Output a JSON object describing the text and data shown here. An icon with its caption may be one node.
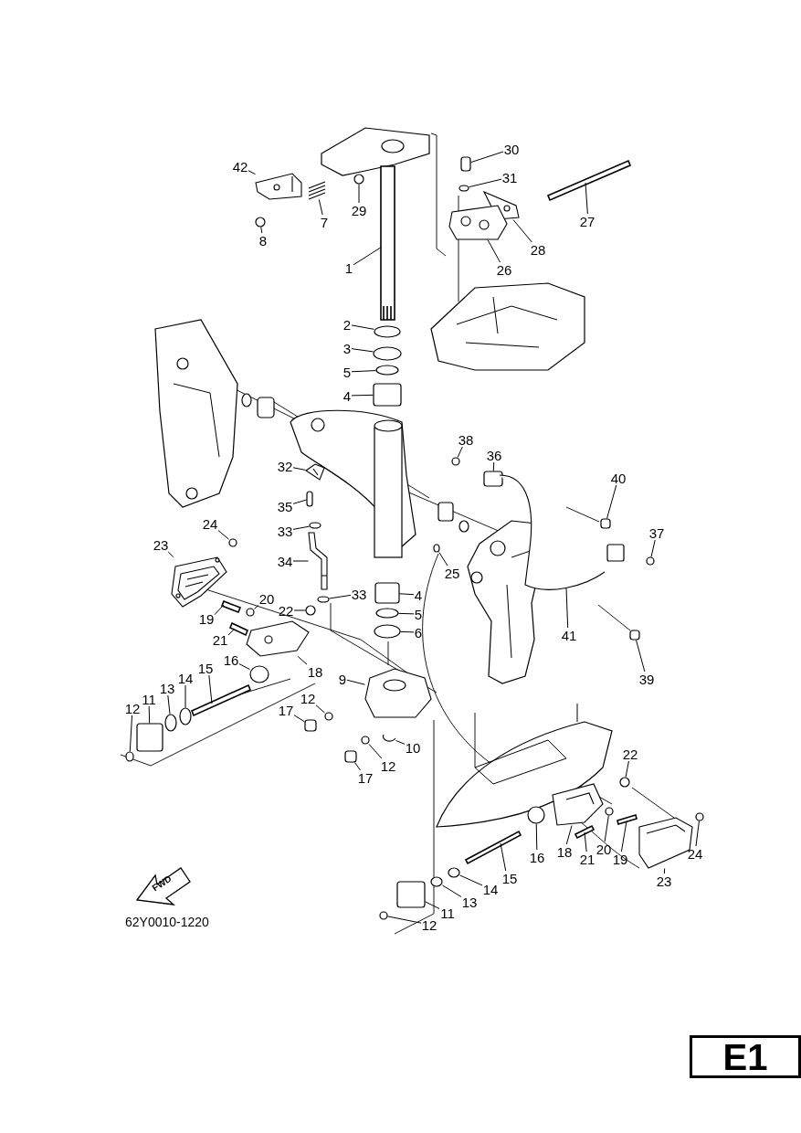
{
  "diagram": {
    "nodes": [
      {
        "text": [
          "30"
        ]
      },
      {
        "text": [
          "42"
        ]
      },
      {
        "text": [
          "31"
        ]
      },
      {
        "text": [
          "29"
        ]
      },
      {
        "text": [
          "27"
        ]
      },
      {
        "text": [
          "7"
        ]
      },
      {
        "text": [
          "8"
        ]
      },
      {
        "text": [
          "28"
        ]
      },
      {
        "text": [
          "1"
        ]
      },
      {
        "text": [
          "26"
        ]
      },
      {
        "text": [
          "2"
        ]
      },
      {
        "text": [
          "3"
        ]
      },
      {
        "text": [
          "5"
        ]
      },
      {
        "text": [
          "4"
        ]
      },
      {
        "text": [
          "38"
        ]
      },
      {
        "text": [
          "36"
        ]
      },
      {
        "text": [
          "32"
        ]
      },
      {
        "text": [
          "40"
        ]
      },
      {
        "text": [
          "35"
        ]
      },
      {
        "text": [
          "24"
        ]
      },
      {
        "text": [
          "33"
        ]
      },
      {
        "text": [
          "37"
        ]
      },
      {
        "text": [
          "23"
        ]
      },
      {
        "text": [
          "34"
        ]
      },
      {
        "text": [
          "25"
        ]
      },
      {
        "text": [
          "4"
        ]
      },
      {
        "text": [
          "33"
        ]
      },
      {
        "text": [
          "20"
        ]
      },
      {
        "text": [
          "22"
        ]
      },
      {
        "text": [
          "5"
        ]
      },
      {
        "text": [
          "19"
        ]
      },
      {
        "text": [
          "6"
        ]
      },
      {
        "text": [
          "41"
        ]
      },
      {
        "text": [
          "21"
        ]
      },
      {
        "text": [
          "16"
        ]
      },
      {
        "text": [
          "18"
        ]
      },
      {
        "text": [
          "15"
        ]
      },
      {
        "text": [
          "14"
        ]
      },
      {
        "text": [
          "9"
        ]
      },
      {
        "text": [
          "39"
        ]
      },
      {
        "text": [
          "13"
        ]
      },
      {
        "text": [
          "12"
        ]
      },
      {
        "text": [
          "11"
        ]
      },
      {
        "text": [
          "12"
        ]
      },
      {
        "text": [
          "17"
        ]
      },
      {
        "text": [
          "10"
        ]
      },
      {
        "text": [
          "22"
        ]
      },
      {
        "text": [
          "12"
        ]
      },
      {
        "text": [
          "17"
        ]
      },
      {
        "text": [
          "20"
        ]
      },
      {
        "text": [
          "18"
        ]
      },
      {
        "text": [
          "24"
        ]
      },
      {
        "text": [
          "16"
        ]
      },
      {
        "text": [
          "21"
        ]
      },
      {
        "text": [
          "19"
        ]
      },
      {
        "text": [
          "23"
        ]
      },
      {
        "text": [
          "15"
        ]
      },
      {
        "text": [
          "14"
        ]
      },
      {
        "text": [
          "13"
        ]
      },
      {
        "text": [
          "11"
        ]
      },
      {
        "text": [
          "12"
        ]
      },
      {
        "text": [
          "E1"
        ]
      },
      {
        "text": [],
        "shape": "box"
      },
      {
        "text": [],
        "shape": "picture"
      },
      {
        "text": [],
        "shape": "circle"
      },
      {
        "text": [],
        "shape": "circle"
      },
      {
        "text": [],
        "shape": "bar"
      },
      {
        "text": [],
        "shape": "picture"
      },
      {
        "text": [],
        "shape": "circle"
      },
      {
        "text": [],
        "shape": "picture"
      },
      {
        "text": [],
        "shape": "bar"
      },
      {
        "text": [],
        "shape": "picture"
      },
      {
        "text": [],
        "shape": "circle"
      },
      {
        "text": [],
        "shape": "circle"
      },
      {
        "text": [],
        "shape": "circle"
      },
      {
        "text": [],
        "shape": "box"
      },
      {
        "text": [],
        "shape": "circle"
      },
      {
        "text": [],
        "shape": "box"
      },
      {
        "text": [],
        "shape": "picture"
      },
      {
        "text": [],
        "shape": "box"
      },
      {
        "text": [],
        "shape": "box"
      },
      {
        "text": [],
        "shape": "circle"
      },
      {
        "text": [],
        "shape": "circle"
      },
      {
        "text": [],
        "shape": "circle"
      },
      {
        "text": [],
        "shape": "picture"
      },
      {
        "text": [],
        "shape": "picture"
      },
      {
        "text": [],
        "shape": "circle"
      },
      {
        "text": [],
        "shape": "box"
      },
      {
        "text": [],
        "shape": "circle"
      },
      {
        "text": [],
        "shape": "circle"
      },
      {
        "text": [],
        "shape": "circle"
      },
      {
        "text": [],
        "shape": "circle"
      },
      {
        "text": [],
        "shape": "bar"
      },
      {
        "text": [],
        "shape": "circle"
      },
      {
        "text": [],
        "shape": "picture"
      },
      {
        "text": [],
        "shape": "bar"
      },
      {
        "text": [],
        "shape": "circle"
      },
      {
        "text": [],
        "shape": "picture"
      },
      {
        "text": [],
        "shape": "bar"
      },
      {
        "text": [],
        "shape": "circle"
      },
      {
        "text": [],
        "shape": "picture"
      },
      {
        "text": [],
        "shape": "box"
      },
      {
        "text": [],
        "shape": "circle"
      },
      {
        "text": [],
        "shape": "circle"
      },
      {
        "text": [],
        "shape": "box"
      },
      {
        "text": [],
        "shape": "circle"
      },
      {
        "text": [],
        "shape": "box"
      },
      {
        "text": [],
        "shape": "picture"
      },
      {
        "text": [],
        "shape": "circle"
      },
      {
        "text": [],
        "shape": "circle"
      },
      {
        "text": [],
        "shape": "box"
      },
      {
        "text": [],
        "shape": "circle"
      },
      {
        "text": [],
        "shape": "picture"
      },
      {
        "text": [],
        "shape": "circle"
      },
      {
        "text": [],
        "shape": "circle"
      },
      {
        "text": [],
        "shape": "bar"
      },
      {
        "text": [],
        "shape": "bar"
      },
      {
        "text": [],
        "shape": "picture"
      },
      {
        "text": [],
        "shape": "bar"
      },
      {
        "text": [],
        "shape": "circle"
      },
      {
        "text": [],
        "shape": "circle"
      },
      {
        "text": [],
        "shape": "box"
      },
      {
        "text": [],
        "shape": "circle"
      }
    ],
    "edges": [
      {
        "from": 0,
        "to": 62,
        "arrow": "none"
      },
      {
        "from": 1,
        "to": 63,
        "arrow": "none"
      },
      {
        "from": 2,
        "to": 64,
        "arrow": "none"
      },
      {
        "from": 3,
        "to": 65,
        "arrow": "none"
      },
      {
        "from": 4,
        "to": 66,
        "arrow": "none"
      },
      {
        "from": 5,
        "to": 67,
        "arrow": "none"
      },
      {
        "from": 6,
        "to": 68,
        "arrow": "none"
      },
      {
        "from": 7,
        "to": 69,
        "arrow": "none"
      },
      {
        "from": 8,
        "to": 70,
        "arrow": "none"
      },
      {
        "from": 9,
        "to": 71,
        "arrow": "none"
      },
      {
        "from": 10,
        "to": 72,
        "arrow": "none"
      },
      {
        "from": 11,
        "to": 73,
        "arrow": "none"
      },
      {
        "from": 12,
        "to": 74,
        "arrow": "none"
      },
      {
        "from": 13,
        "to": 75,
        "arrow": "none"
      },
      {
        "from": 14,
        "to": 76,
        "arrow": "none"
      },
      {
        "from": 15,
        "to": 77,
        "arrow": "none"
      },
      {
        "from": 16,
        "to": 78,
        "arrow": "none"
      },
      {
        "from": 17,
        "to": 79,
        "arrow": "none"
      },
      {
        "from": 18,
        "to": 80,
        "arrow": "none"
      },
      {
        "from": 19,
        "to": 81,
        "arrow": "none"
      },
      {
        "from": 20,
        "to": 82,
        "arrow": "none"
      },
      {
        "from": 21,
        "to": 83,
        "arrow": "none"
      },
      {
        "from": 22,
        "to": 84,
        "arrow": "none"
      },
      {
        "from": 23,
        "to": 85,
        "arrow": "none"
      },
      {
        "from": 24,
        "to": 86,
        "arrow": "none"
      },
      {
        "from": 25,
        "to": 87,
        "arrow": "none"
      },
      {
        "from": 26,
        "to": 88,
        "arrow": "none"
      },
      {
        "from": 27,
        "to": 89,
        "arrow": "none"
      },
      {
        "from": 28,
        "to": 90,
        "arrow": "none"
      },
      {
        "from": 29,
        "to": 91,
        "arrow": "none"
      },
      {
        "from": 30,
        "to": 92,
        "arrow": "none"
      },
      {
        "from": 31,
        "to": 93,
        "arrow": "none"
      },
      {
        "from": 32,
        "to": 94,
        "arrow": "none"
      },
      {
        "from": 33,
        "to": 95,
        "arrow": "none"
      },
      {
        "from": 34,
        "to": 96,
        "arrow": "none"
      },
      {
        "from": 35,
        "to": 97,
        "arrow": "none"
      },
      {
        "from": 36,
        "to": 98,
        "arrow": "none"
      },
      {
        "from": 37,
        "to": 99,
        "arrow": "none"
      },
      {
        "from": 38,
        "to": 100,
        "arrow": "none"
      },
      {
        "from": 39,
        "to": 101,
        "arrow": "none"
      },
      {
        "from": 40,
        "to": 102,
        "arrow": "none"
      },
      {
        "from": 41,
        "to": 103,
        "arrow": "none"
      },
      {
        "from": 42,
        "to": 104,
        "arrow": "none"
      },
      {
        "from": 43,
        "to": 105,
        "arrow": "none"
      },
      {
        "from": 44,
        "to": 106,
        "arrow": "none"
      },
      {
        "from": 45,
        "to": 107,
        "arrow": "none"
      },
      {
        "from": 46,
        "to": 108,
        "arrow": "none"
      },
      {
        "from": 47,
        "to": 109,
        "arrow": "none"
      },
      {
        "from": 48,
        "to": 110,
        "arrow": "none"
      },
      {
        "from": 49,
        "to": 111,
        "arrow": "none"
      },
      {
        "from": 50,
        "to": 112,
        "arrow": "none"
      },
      {
        "from": 51,
        "to": 113,
        "arrow": "none"
      },
      {
        "from": 52,
        "to": 114,
        "arrow": "none"
      },
      {
        "from": 53,
        "to": 115,
        "arrow": "none"
      },
      {
        "from": 54,
        "to": 116,
        "arrow": "none"
      },
      {
        "from": 55,
        "to": 117,
        "arrow": "none"
      },
      {
        "from": 56,
        "to": 118,
        "arrow": "none"
      },
      {
        "from": 57,
        "to": 119,
        "arrow": "none"
      },
      {
        "from": 58,
        "to": 120,
        "arrow": "none"
      },
      {
        "from": 59,
        "to": 121,
        "arrow": "none"
      },
      {
        "from": 60,
        "to": 122,
        "arrow": "none"
      }
    ],
    "labels": [
      "FWD",
      "62Y0010-1220"
    ]
  }
}
